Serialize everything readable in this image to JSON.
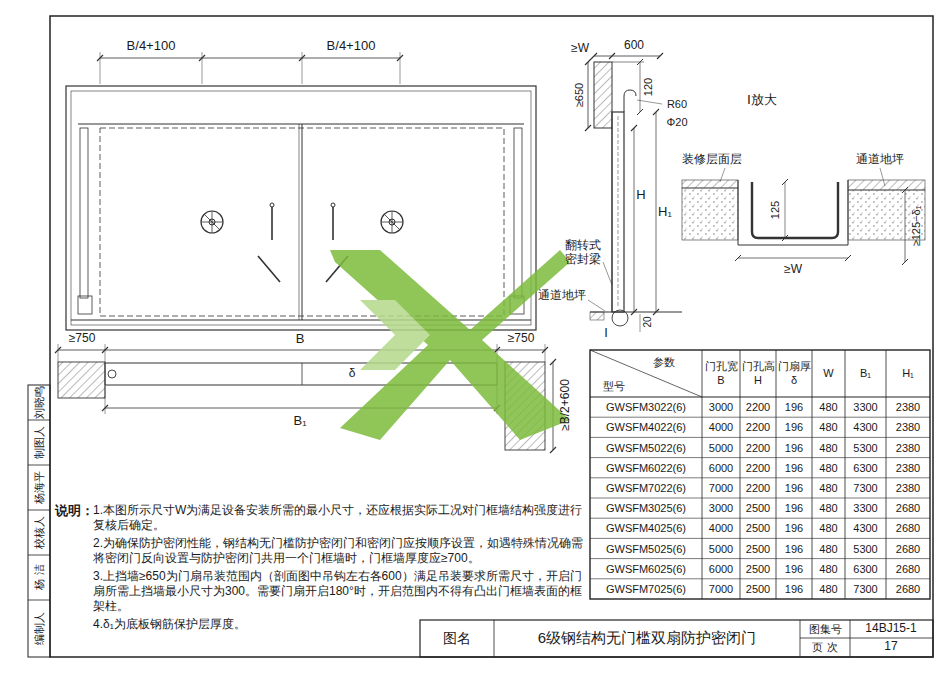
{
  "diagram": {
    "title": "6级钢结构无门槛双扇防护密闭门",
    "labels": [
      "B/4+100",
      "B/4+100",
      "≥750",
      "B",
      "≥750",
      "δ",
      "B₁",
      "≥B/2+600",
      "≥W",
      "600",
      "120",
      "≥650",
      "R60",
      "Φ20",
      "H",
      "H₁",
      "翻转式 密封梁",
      "通道地坪",
      "Ⅰ",
      "20",
      "Ⅰ放大",
      "装修层面层",
      "通道地坪",
      "125",
      "≥125−δ₁",
      "≥W",
      "说明：",
      "1.本图所示尺寸W为满足设备安装所需的最小尺寸，还应根据实际工况对门框墙结构强度进行复核后确定。",
      "2.为确保防护密闭性能，钢结构无门槛防护密闭门和密闭门应按顺序设置，如遇特殊情况确需将密闭门反向设置与防护密闭门共用一个门框墙时，门框墙厚度应≥700。",
      "3.上挡墙≥650为门扇吊装范围内（剖面图中吊钩左右各600）满足吊装要求所需尺寸，开启门扇所需上挡墙最小尺寸为300。需要门扇开启180°时，开启范围内不得有凸出门框墙表面的框架柱。",
      "4.δ₁为底板钢筋保护层厚度。",
      "图名",
      "图集号",
      "14BJ15-1",
      "页 次",
      "17",
      "编制人",
      "杨 洁",
      "校核人",
      "杨海平",
      "制图人",
      "刘晓鸣",
      "参数",
      "型号",
      "门孔宽 B",
      "门孔高 H",
      "门扇厚 δ",
      "W",
      "B₁",
      "H₁",
      "GWSFM3022(6)",
      "3000",
      "2200",
      "196",
      "480",
      "3300",
      "2380",
      "GWSFM4022(6)",
      "4000",
      "2200",
      "196",
      "480",
      "4300",
      "2380",
      "GWSFM5022(6)",
      "5000",
      "2200",
      "196",
      "480",
      "5300",
      "2380",
      "GWSFM6022(6)",
      "6000",
      "2200",
      "196",
      "480",
      "6300",
      "2380",
      "GWSFM7022(6)",
      "7000",
      "2200",
      "196",
      "480",
      "7300",
      "2380",
      "GWSFM3025(6)",
      "3000",
      "2500",
      "196",
      "480",
      "3300",
      "2680",
      "GWSFM4025(6)",
      "4000",
      "2500",
      "196",
      "480",
      "4300",
      "2680",
      "GWSFM5025(6)",
      "5000",
      "2500",
      "196",
      "480",
      "5300",
      "2680",
      "GWSFM6025(6)",
      "6000",
      "2500",
      "196",
      "480",
      "6300",
      "2680",
      "GWSFM7025(6)",
      "7000",
      "2500",
      "196",
      "480",
      "7300",
      "2680"
    ]
  }
}
